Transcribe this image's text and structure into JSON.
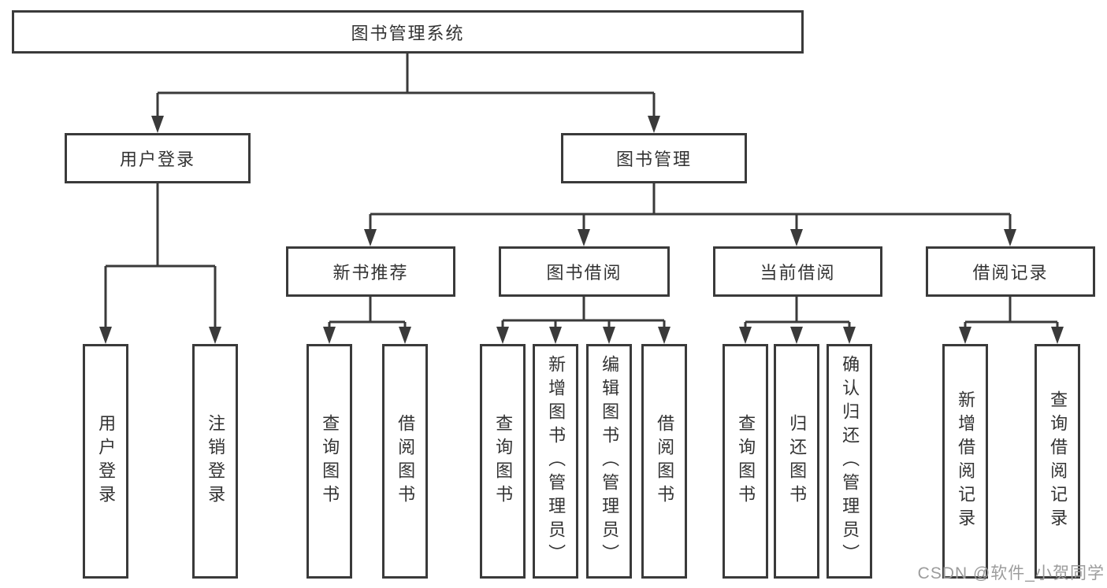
{
  "colors": {
    "background": "#ffffff",
    "line": "#3a3a3a",
    "box_border": "#3a3a3a",
    "text": "#333333",
    "watermark": "#9c9c9c"
  },
  "watermark": "CSDN @软件_小贺同学",
  "tree": {
    "label": "图书管理系统",
    "children": [
      {
        "label": "用户登录",
        "children": [
          {
            "label": "用户登录"
          },
          {
            "label": "注销登录"
          }
        ]
      },
      {
        "label": "图书管理",
        "children": [
          {
            "label": "新书推荐",
            "children": [
              {
                "label": "查询图书"
              },
              {
                "label": "借阅图书"
              }
            ]
          },
          {
            "label": "图书借阅",
            "children": [
              {
                "label": "查询图书"
              },
              {
                "label": "新增图书（管理员）"
              },
              {
                "label": "编辑图书（管理员）"
              },
              {
                "label": "借阅图书"
              }
            ]
          },
          {
            "label": "当前借阅",
            "children": [
              {
                "label": "查询图书"
              },
              {
                "label": "归还图书"
              },
              {
                "label": "确认归还（管理员）"
              }
            ]
          },
          {
            "label": "借阅记录",
            "children": [
              {
                "label": "新增借阅记录"
              },
              {
                "label": "查询借阅记录"
              }
            ]
          }
        ]
      }
    ]
  }
}
